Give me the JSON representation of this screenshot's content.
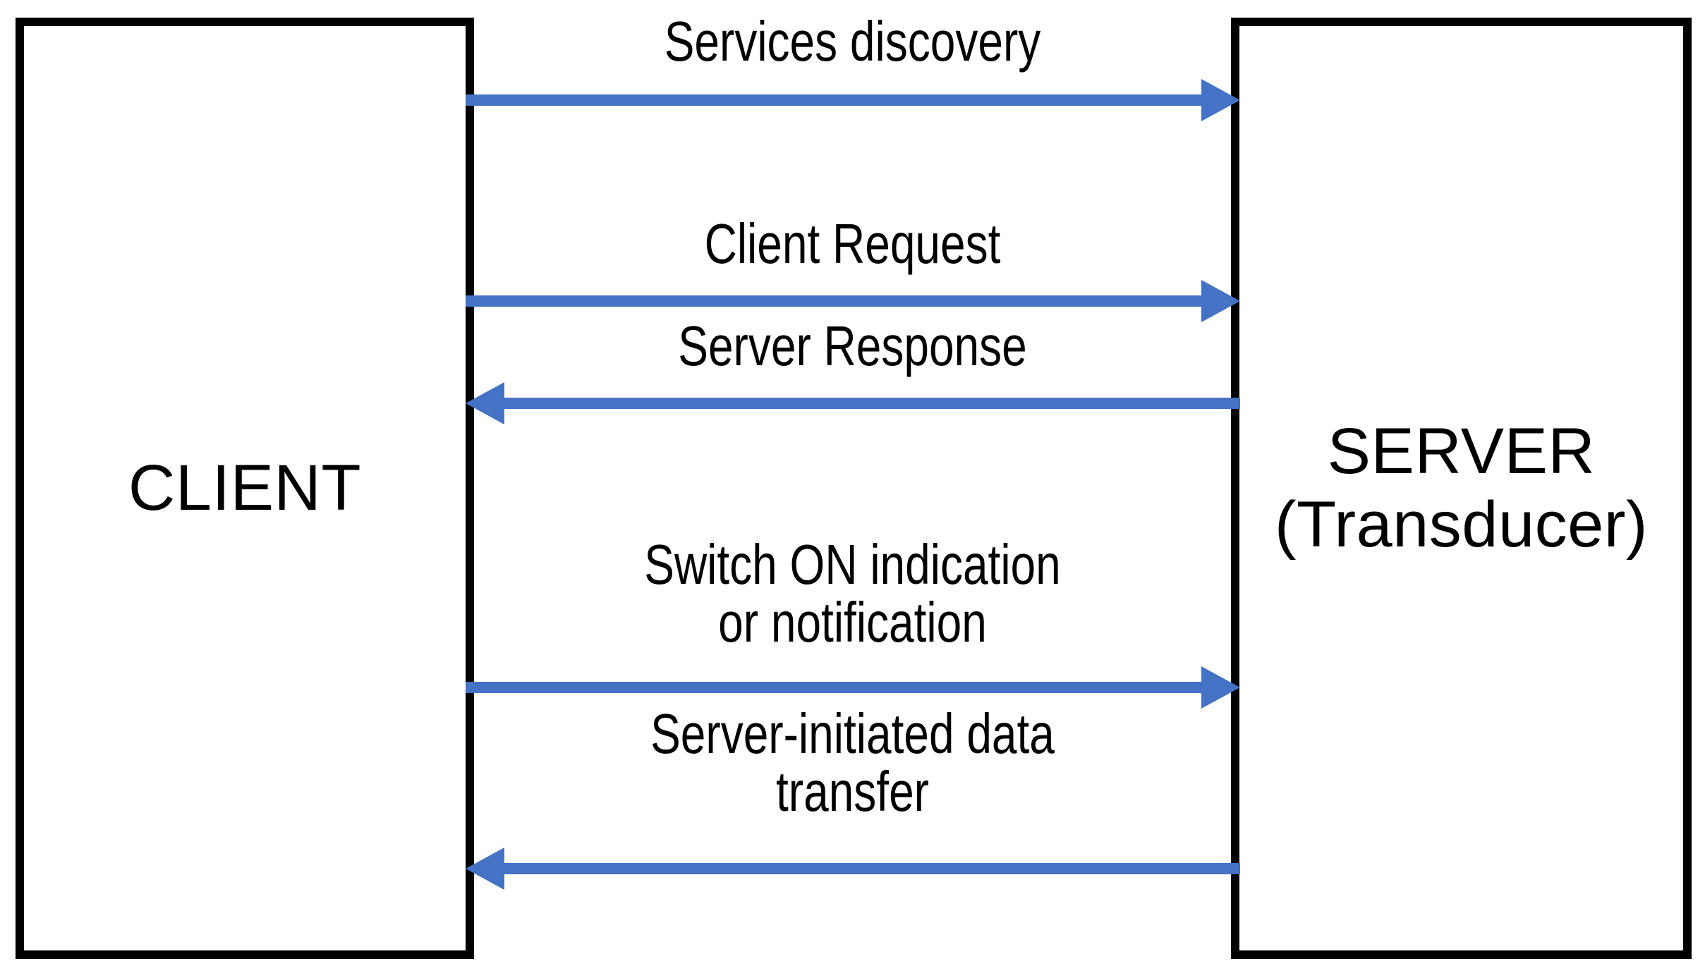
{
  "diagram": {
    "type": "sequence-diagram",
    "colors": {
      "arrow_blue": "#4472C4",
      "box_border": "#000000",
      "background": "#FFFFFF",
      "text": "#000000"
    },
    "nodes": [
      {
        "id": "client",
        "label": "CLIENT",
        "sublabel": ""
      },
      {
        "id": "server",
        "label": "SERVER",
        "sublabel": "(Transducer)"
      }
    ],
    "messages": [
      {
        "id": "services-discovery",
        "label": "Services discovery",
        "from": "client",
        "to": "server",
        "direction": "right"
      },
      {
        "id": "client-request",
        "label": "Client Request",
        "from": "client",
        "to": "server",
        "direction": "right"
      },
      {
        "id": "server-response",
        "label": "Server Response",
        "from": "server",
        "to": "client",
        "direction": "left"
      },
      {
        "id": "switch-on-indication",
        "label": "Switch ON indication\nor notification",
        "from": "client",
        "to": "server",
        "direction": "right"
      },
      {
        "id": "server-initiated-data-transfer",
        "label": "Server-initiated data\ntransfer",
        "from": "server",
        "to": "client",
        "direction": "left"
      }
    ]
  }
}
